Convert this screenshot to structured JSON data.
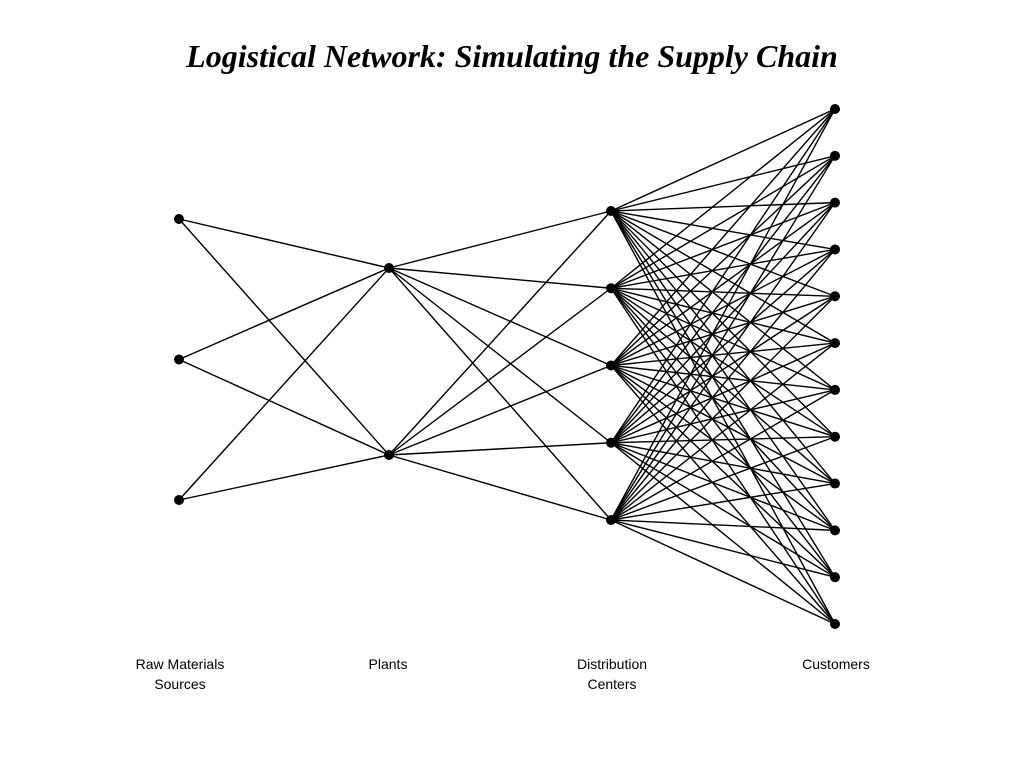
{
  "title": "Logistical Network: Simulating the Supply Chain",
  "tiers": [
    {
      "id": "raw",
      "label": "Raw Materials\nSources",
      "count": 3
    },
    {
      "id": "plants",
      "label": "Plants",
      "count": 2
    },
    {
      "id": "dcs",
      "label": "Distribution\nCenters",
      "count": 5
    },
    {
      "id": "customers",
      "label": "Customers",
      "count": 12
    }
  ],
  "colors": {
    "line": "#000000",
    "node": "#000000",
    "background": "#ffffff"
  }
}
